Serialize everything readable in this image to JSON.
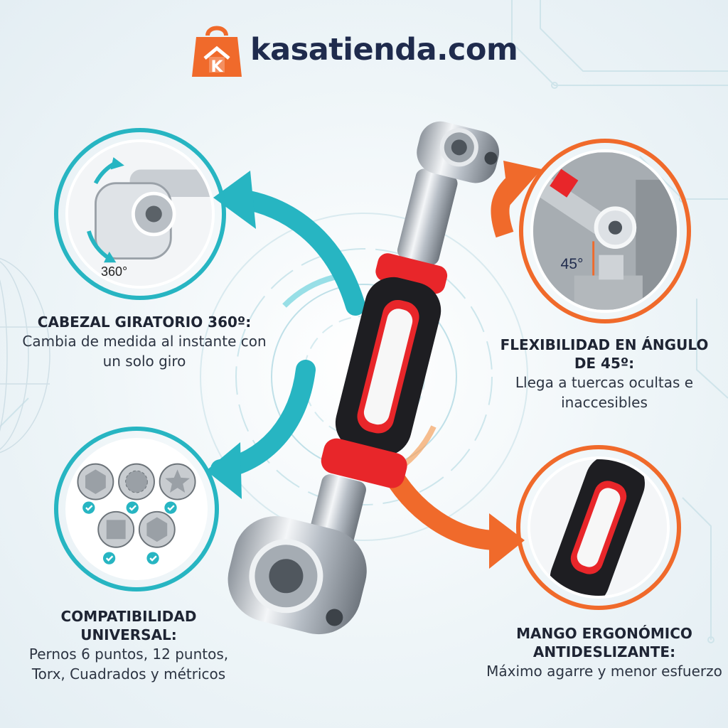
{
  "brand": {
    "name": "kasatienda.com",
    "logo_letter": "K"
  },
  "features": [
    {
      "title": "CABEZAL GIRATORIO 360º:",
      "description": "Cambia de medida al instante con un solo giro",
      "image_label": "360°"
    },
    {
      "title": "FLEXIBILIDAD EN ÁNGULO DE 45º:",
      "description": "Llega a tuercas ocultas e inaccesibles",
      "image_label": "45°"
    },
    {
      "title": "COMPATIBILIDAD UNIVERSAL:",
      "description": "Pernos 6 puntos, 12 puntos, Torx, Cuadrados y métricos",
      "image_label": ""
    },
    {
      "title": "MANGO ERGONÓMICO ANTIDESLIZANTE:",
      "description": "Máximo agarre y menor esfuerzo",
      "image_label": ""
    }
  ],
  "colors": {
    "teal": "#27b5c2",
    "orange": "#f06a2b",
    "navy": "#1f2b4d",
    "red": "#e8262a"
  },
  "icons": [
    "shopping-bag-logo-icon",
    "rotate-arrow-icon",
    "angle-icon",
    "hex-bolt-icon",
    "twelve-point-bolt-icon",
    "torx-bolt-icon",
    "square-bolt-icon",
    "check-icon"
  ]
}
